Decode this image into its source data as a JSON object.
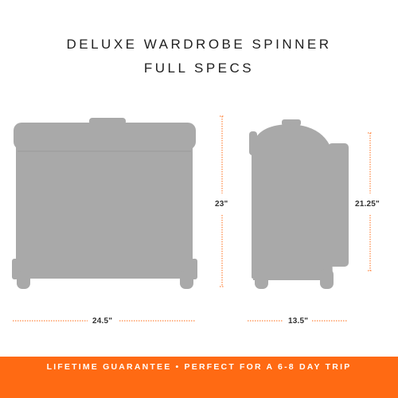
{
  "title": {
    "line1": "DELUXE WARDROBE SPINNER",
    "line2": "FULL SPECS"
  },
  "dimensions": {
    "front_height": "23\"",
    "front_width": "24.5\"",
    "side_height": "21.25\"",
    "side_depth": "13.5\""
  },
  "footer": {
    "text": "LIFETIME GUARANTEE • PERFECT FOR A 6-8 DAY TRIP"
  },
  "colors": {
    "accent": "#ff6a13",
    "silhouette": "#a9a9a9",
    "text": "#1f1f1f"
  }
}
